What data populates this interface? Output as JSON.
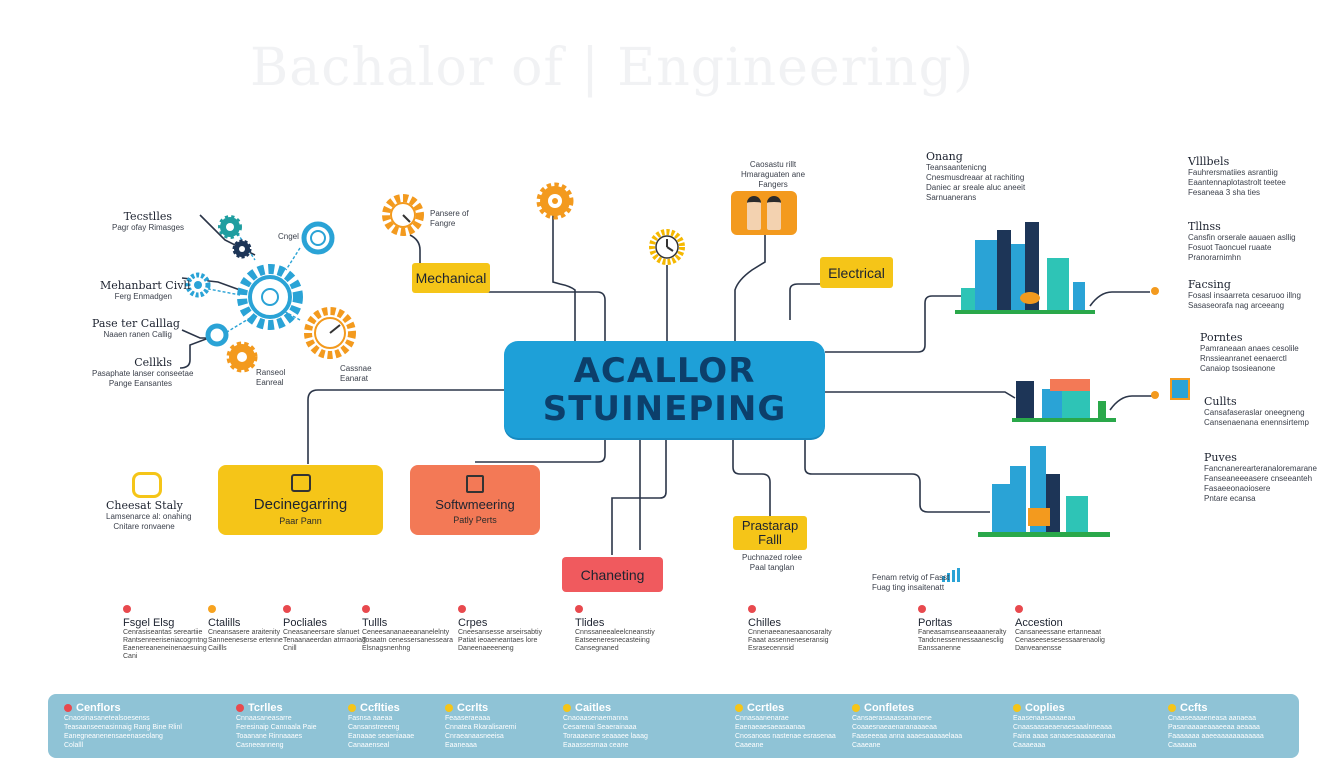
{
  "title": "Bachalor of | Engineering)",
  "center": {
    "line1": "ACALLOR",
    "line2": "STUINEPING"
  },
  "branches": {
    "mechanical": "Mechanical",
    "electrical": "Electrical",
    "decinegarring": {
      "title": "Decinegarring",
      "sub": "Paar Pann"
    },
    "softwmeering": {
      "title": "Softwmeering",
      "sub": "Patly Perts"
    },
    "chaneting": "Chaneting",
    "prastarap": {
      "line1": "Prastarap",
      "line2": "Falll",
      "note1": "Puchnazed rolee",
      "note2": "Paal tanglan"
    }
  },
  "left_labels": [
    {
      "title": "Tecstlles",
      "note": "Pagr ofay Rimasges"
    },
    {
      "title": "Mehanbart Civll",
      "note": "Ferg Enmadgen"
    },
    {
      "title": "Pase ter Calllag",
      "note": "Naaen ranen Callig"
    },
    {
      "title": "Cellkls",
      "note1": "Pasaphate lanser conseetae",
      "note2": "Pange Eansantes"
    }
  ],
  "gear_notes": {
    "top_right_gear": "Cngel",
    "orange_gear_note1": "Pansere of",
    "orange_gear_note2": "Fangre",
    "big_gear_note1": "Cassnae",
    "big_gear_note2": "Eanarat",
    "small_gear_note1": "Ranseol",
    "small_gear_note2": "Eanreal",
    "electrical_note1": "Caosastu rillt",
    "electrical_note2": "Hmaraguaten ane",
    "electrical_note3": "Fangers"
  },
  "cheesat": {
    "title": "Cheesat Staly",
    "note1": "Lamsenarce al: onahing",
    "note2": "Cnitare ronvaene"
  },
  "right_labels": [
    {
      "title": "Onang",
      "lines": [
        "Teansaantenicng",
        "Cnesmusdreaar at rachiting",
        "Daniec ar sreale aluc aneeit",
        "Sarnuanerans"
      ]
    },
    {
      "title": "Vlllbels",
      "lines": [
        "Fauhrersmatiies asrantiig",
        "Eaantennaplotastrolt teetee",
        "Fesaneaa 3 sha ties"
      ]
    },
    {
      "title": "Tllnss",
      "lines": [
        "Cansfin orserale aauaen asllig",
        "Fosuot Taoncuel ruaate",
        "Pranorarnimhn"
      ]
    },
    {
      "title": "Facsing",
      "lines": [
        "Fosasl insaarreta cesaruoo illng",
        "Sasaseorafa nag arceeang"
      ]
    },
    {
      "title": "Porntes",
      "lines": [
        "Pamraneaan anaes cesolile",
        "Rnssieanranet eenaerctl",
        "Canaiop tsosieanone"
      ]
    },
    {
      "title": "Cullts",
      "lines": [
        "Cansafaseraslar oneegneng",
        "Cansenaenana enennsirtemp"
      ]
    },
    {
      "title": "Puves",
      "lines": [
        "Fancnanerearteranaloremarane",
        "Fanseaneeeasere cnseeanteh",
        "Fasaeeonaoiosere",
        "Pntare ecansa"
      ]
    }
  ],
  "fasst_note": {
    "line1": "Fenam retvig of Fasst",
    "line2": "Fuag ting insaitenatt"
  },
  "row_items": [
    {
      "title": "Fsgel Elsg",
      "color": "#e8494e",
      "lines": [
        "Cenrasiseantas sereartiie",
        "Rantsenreeriseniacogrntng",
        "Eaenereaneneinenaesuing",
        "Cani"
      ]
    },
    {
      "title": "Ctalills",
      "color": "#f7a320",
      "lines": [
        "Cneansasere araitenity",
        "Sanneeneserse ertenne",
        "Caillls"
      ]
    },
    {
      "title": "Pocliales",
      "color": "#e8494e",
      "lines": [
        "Cneasaneersare slanuet",
        "Tenaanaeerdan atrrraoriag",
        "Cnill"
      ]
    },
    {
      "title": "Tullls",
      "color": "#e8494e",
      "lines": [
        "Ceneesananaeeananelelnty",
        "Tosaatn cenessersanesseara",
        "Elsnagsnenhng"
      ]
    },
    {
      "title": "Crpes",
      "color": "#e8494e",
      "lines": [
        "Cneesansesse arseirsabtiy",
        "Patiat ieoaeneantaes lore",
        "Daneenaeeeneng"
      ]
    },
    {
      "title": "Tlides",
      "color": "#e8494e",
      "lines": [
        "Cnnssaneealeelcneanstiy",
        "Eatseeneresnecasteiing",
        "Cansegnaned"
      ]
    },
    {
      "title": "Chilles",
      "color": "#e8494e",
      "lines": [
        "Cnnenaeeanesaanosaralty",
        "Faaat assenneneseransig",
        "Esrasecennsid"
      ]
    },
    {
      "title": "Porltas",
      "color": "#e8494e",
      "lines": [
        "Faneasamseanseaaaneralty",
        "Tandcnessennessaanesclig",
        "Eanssanenne"
      ]
    },
    {
      "title": "Accestion",
      "color": "#e8494e",
      "lines": [
        "Cansaneessane ertanneaat",
        "Cenaseesesesessaarenaolig",
        "Danveanensse"
      ]
    }
  ],
  "bottom_band": [
    {
      "title": "Cenflors",
      "color": "#e8494e",
      "lines": [
        "Cnaosinasanetealsoesenss",
        "Teasaanseenasinnaig Rang Bine Rlinl",
        "Eanegneanenensaeenaseolang",
        "Colalll"
      ]
    },
    {
      "title": "Tcrlles",
      "color": "#e8494e",
      "lines": [
        "Cnnaasaneasarre",
        "Feresinaip Cannaala Paie",
        "Toaanane Rinnaaaes",
        "Casneeanneng"
      ]
    },
    {
      "title": "Ccflties",
      "color": "#f5c518",
      "lines": [
        "Fasnsa aaeaa",
        "Cansanstreeeng",
        "Eanaaae seaeniaaae",
        "Canaaenseal"
      ]
    },
    {
      "title": "Ccrlts",
      "color": "#f5c518",
      "lines": [
        "Feaaseraeaaa",
        "Cnnatea Rkaralisaremi",
        "Cnraeanaasneeisa",
        "Eaaneaaa"
      ]
    },
    {
      "title": "Caitles",
      "color": "#f5c518",
      "lines": [
        "Cnaoaasenaemanna",
        "Cesarenai Seaerainaaa",
        "Toraaaeane seaaaee laaag",
        "Eaaassesmaa ceane"
      ]
    },
    {
      "title": "Ccrtles",
      "color": "#f5c518",
      "lines": [
        "Cnnasaanenarae",
        "Eaenaeaesaeasaanaa",
        "Cnosanoas nastenae esrasenaa",
        "Caaeane"
      ]
    },
    {
      "title": "Confletes",
      "color": "#f5c518",
      "lines": [
        "Cansaerasaaassananene",
        "Coaaesnaeaenaranaaaeaa",
        "Faaseeeaa anna aaaesaaaaaelaaa",
        "Caaeane"
      ]
    },
    {
      "title": "Coplies",
      "color": "#f5c518",
      "lines": [
        "Eaasenaasaaaaeaa",
        "Cnaasaasaeaenaesaaalnneaaa",
        "Faina aaaa sanaaesaaaaaeanaa",
        "Caaaeaaa"
      ]
    },
    {
      "title": "Ccfts",
      "color": "#f5c518",
      "lines": [
        "Cnaaseaaaeneasa aanaeaa",
        "Pasanaaaaeaaaeeaa aeaaaa",
        "Faaaaaaa aaeeaaaaaaaaaaaa",
        "Caaaaaa"
      ]
    }
  ],
  "colors": {
    "center": "#1ea0d8",
    "yellow": "#f5c518",
    "orange": "#f37956",
    "red": "#f05a5e",
    "gear_orange": "#f39a1e",
    "gear_blue": "#2aa3d6",
    "gear_teal": "#1f9ea0",
    "band": "#8fc3d6"
  }
}
